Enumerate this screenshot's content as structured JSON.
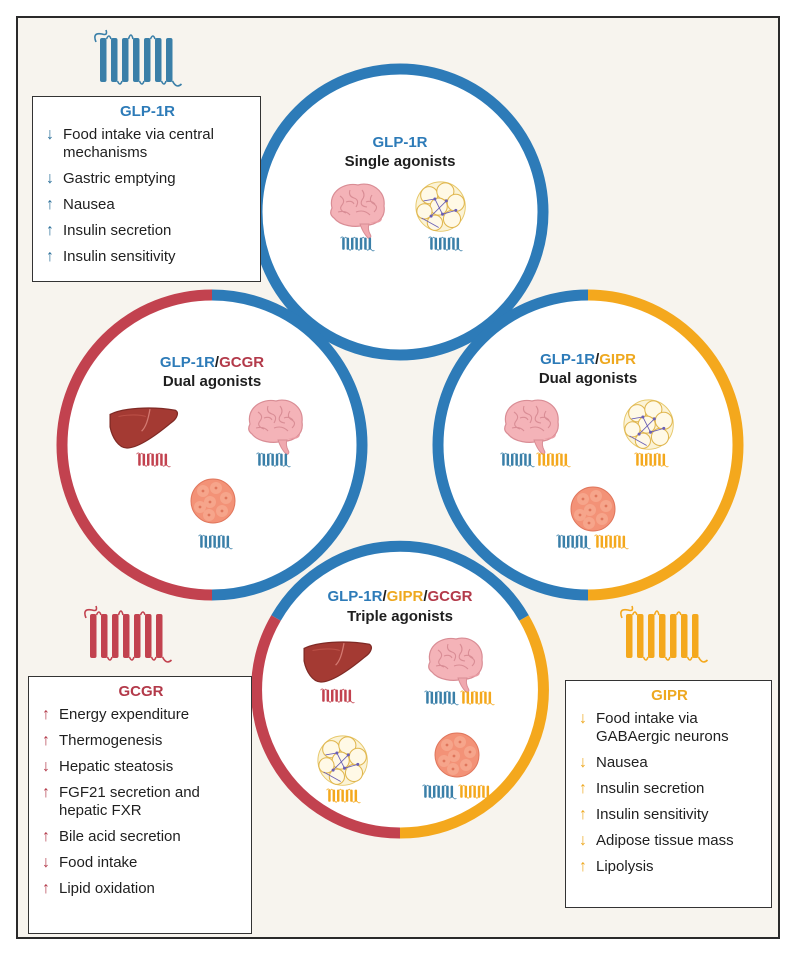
{
  "colors": {
    "blue": "#2d7bb8",
    "red": "#c2424f",
    "gold": "#f4a81d",
    "receptor_blue": "#3a7fa8"
  },
  "circles": {
    "single": {
      "title_parts": [
        "GLP-1R"
      ],
      "subtitle": "Single agonists"
    },
    "dual_gcgr": {
      "title_parts": [
        "GLP-1R",
        "/",
        "GCGR"
      ],
      "subtitle": "Dual agonists"
    },
    "dual_gipr": {
      "title_parts": [
        "GLP-1R",
        "/",
        "GIPR"
      ],
      "subtitle": "Dual agonists"
    },
    "triple": {
      "title_parts": [
        "GLP-1R",
        "/",
        "GIPR",
        "/",
        "GCGR"
      ],
      "subtitle": "Triple agonists"
    }
  },
  "boxes": {
    "glp1r": {
      "title": "GLP-1R",
      "items": [
        {
          "dir": "down",
          "text": "Food intake via central mechanisms"
        },
        {
          "dir": "down",
          "text": "Gastric emptying"
        },
        {
          "dir": "up",
          "text": "Nausea"
        },
        {
          "dir": "up",
          "text": "Insulin secretion"
        },
        {
          "dir": "up",
          "text": "Insulin sensitivity"
        }
      ]
    },
    "gcgr": {
      "title": "GCGR",
      "items": [
        {
          "dir": "up",
          "text": "Energy expenditure"
        },
        {
          "dir": "up",
          "text": "Thermogenesis"
        },
        {
          "dir": "down",
          "text": "Hepatic steatosis"
        },
        {
          "dir": "up",
          "text": "FGF21 secretion and hepatic FXR"
        },
        {
          "dir": "up",
          "text": "Bile acid secretion"
        },
        {
          "dir": "down",
          "text": "Food intake"
        },
        {
          "dir": "up",
          "text": "Lipid oxidation"
        }
      ]
    },
    "gipr": {
      "title": "GIPR",
      "items": [
        {
          "dir": "down",
          "text": "Food intake via GABAergic neurons"
        },
        {
          "dir": "down",
          "text": "Nausea"
        },
        {
          "dir": "up",
          "text": "Insulin secretion"
        },
        {
          "dir": "up",
          "text": "Insulin sensitivity"
        },
        {
          "dir": "down",
          "text": "Adipose tissue mass"
        },
        {
          "dir": "up",
          "text": "Lipolysis"
        }
      ]
    }
  },
  "icons": {
    "brain": "brain-icon",
    "liver": "liver-icon",
    "adipose": "adipose-cluster-icon",
    "pancreas": "pancreatic-islet-icon",
    "receptor": "gpcr-receptor-icon"
  }
}
